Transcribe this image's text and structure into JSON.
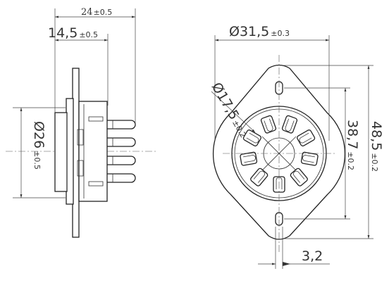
{
  "dimensions": {
    "overall_length": {
      "value": "24",
      "tol": "±0.5"
    },
    "pin_length": {
      "value": "14,5",
      "tol": "±0.5"
    },
    "body_diameter": {
      "value": "Ø26",
      "tol": "±0.5"
    },
    "flange_width": {
      "value": "Ø31,5",
      "tol": "±0.3"
    },
    "pin_circle": {
      "value": "Ø17,5",
      "tol": "±0.2"
    },
    "hole_spacing": {
      "value": "38,7",
      "tol": "±0.2"
    },
    "flange_length": {
      "value": "48,5",
      "tol": "±0.2"
    },
    "hole_diameter": {
      "value": "3,2"
    }
  },
  "colors": {
    "line": "#222222",
    "background": "#ffffff"
  }
}
